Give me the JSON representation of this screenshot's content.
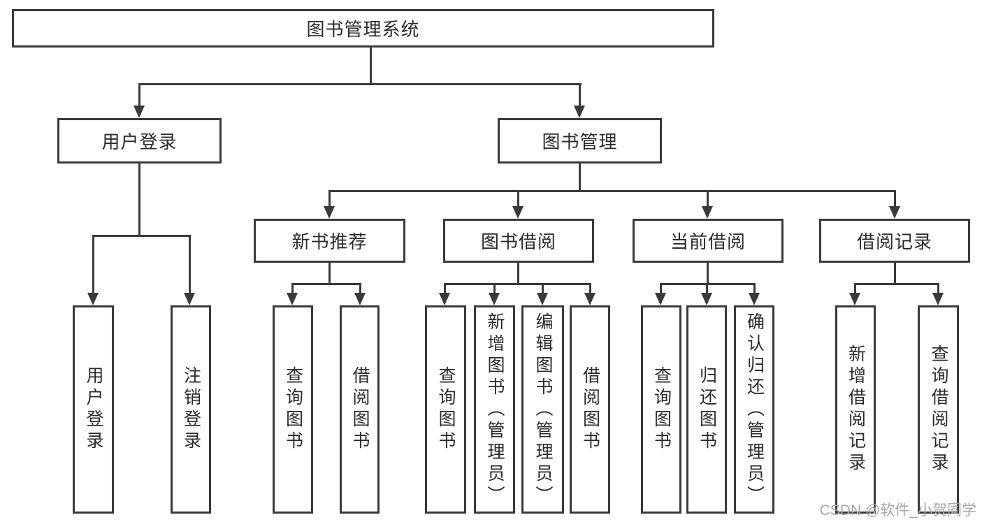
{
  "colors": {
    "line": "#3a3a3a",
    "text": "#2b2b2b",
    "watermark": "#a6a6a6",
    "background": "#ffffff"
  },
  "watermark": {
    "text": "CSDN @软件_小贺同学"
  },
  "tree": {
    "root": {
      "label": "图书管理系统"
    },
    "branches": [
      {
        "label": "用户登录",
        "children": [
          {
            "label": "用户登录"
          },
          {
            "label": "注销登录"
          }
        ]
      },
      {
        "label": "图书管理",
        "groups": [
          {
            "label": "新书推荐",
            "children": [
              {
                "label": "查询图书"
              },
              {
                "label": "借阅图书"
              }
            ]
          },
          {
            "label": "图书借阅",
            "children": [
              {
                "label": "查询图书"
              },
              {
                "label": "新增图书（管理员）"
              },
              {
                "label": "编辑图书（管理员）"
              },
              {
                "label": "借阅图书"
              }
            ]
          },
          {
            "label": "当前借阅",
            "children": [
              {
                "label": "查询图书"
              },
              {
                "label": "归还图书"
              },
              {
                "label": "确认归还（管理员）"
              }
            ]
          },
          {
            "label": "借阅记录",
            "children": [
              {
                "label": "新增借阅记录"
              },
              {
                "label": "查询借阅记录"
              }
            ]
          }
        ]
      }
    ]
  }
}
